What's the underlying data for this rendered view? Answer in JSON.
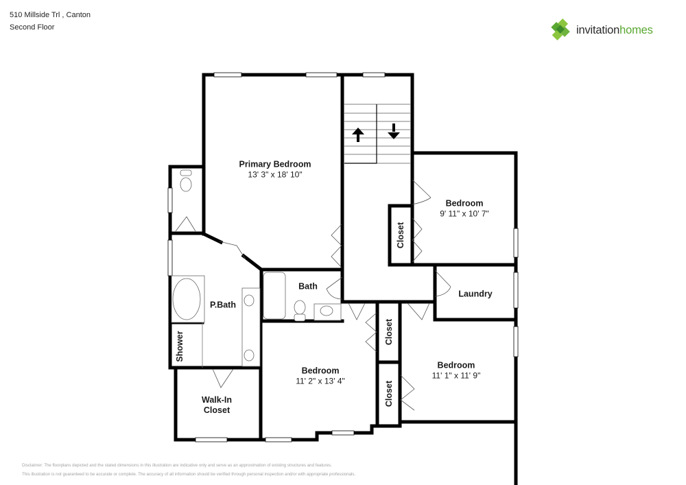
{
  "header": {
    "address": "510 Millside Trl , Canton",
    "floor": "Second Floor"
  },
  "logo": {
    "word1": "invitation",
    "word2": "homes",
    "colors": {
      "dark_green": "#3d8b2a",
      "light_green": "#8cc63f",
      "text_dark": "#2b2b2b",
      "text_green": "#5aa832"
    }
  },
  "rooms": {
    "primary_bedroom": {
      "name": "Primary Bedroom",
      "dims": "13' 3\" x 18' 10\""
    },
    "bedroom_ne": {
      "name": "Bedroom",
      "dims": "9' 11\" x 10' 7\""
    },
    "bedroom_s": {
      "name": "Bedroom",
      "dims": "11' 2\" x 13' 4\""
    },
    "bedroom_se": {
      "name": "Bedroom",
      "dims": "11' 1\" x 11' 9\""
    },
    "bath": {
      "name": "Bath"
    },
    "pbath": {
      "name": "P.Bath"
    },
    "laundry": {
      "name": "Laundry"
    },
    "shower": {
      "name": "Shower"
    },
    "walkin_closet": {
      "name": "Walk-In",
      "name2": "Closet"
    },
    "closet_ne": {
      "name": "Closet"
    },
    "closet_mid": {
      "name": "Closet"
    },
    "closet_low": {
      "name": "Closet"
    }
  },
  "disclaimer": {
    "line1": "Disclaimer: The floorplans depicted and the stated dimensions in this illustration are indicative only and serve as an approximation of existing structures and features.",
    "line2": "This illustration is not guaranteed to be accurate or complete. The accuracy of all information should be verified through personal inspection and/or with appropriate professionals."
  }
}
